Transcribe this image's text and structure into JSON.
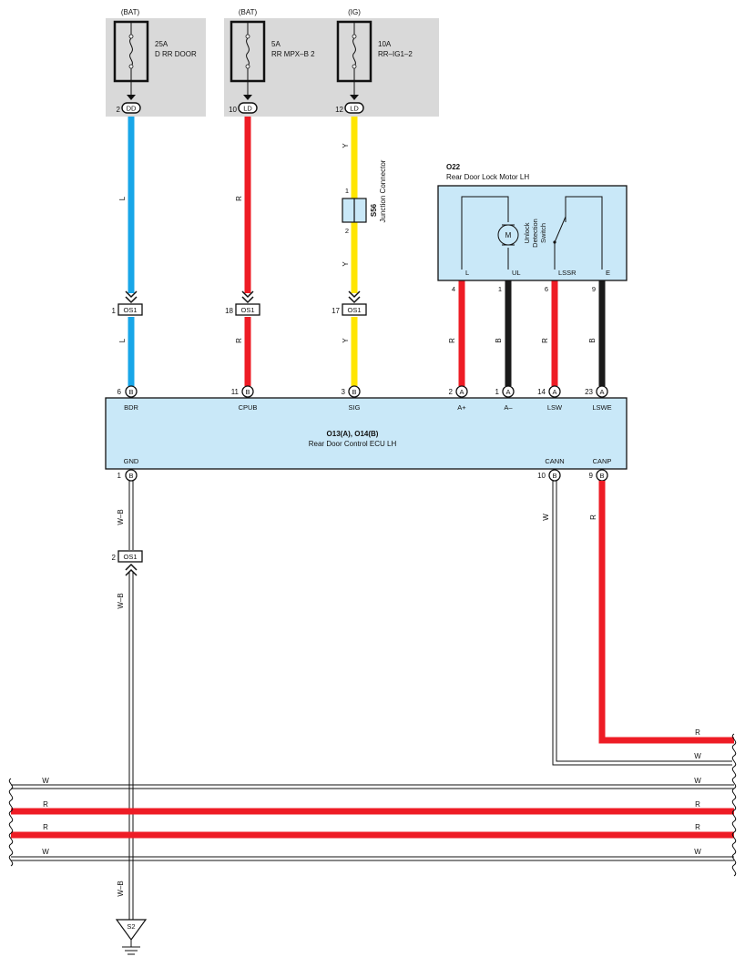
{
  "fuses": [
    {
      "source": "(BAT)",
      "amp": "25A",
      "name": "D RR DOOR",
      "pin": "2",
      "connector": "DD",
      "wire_color": "L"
    },
    {
      "source": "(BAT)",
      "amp": "5A",
      "name": "RR MPX–B 2",
      "pin": "10",
      "connector": "LD",
      "wire_color": "R"
    },
    {
      "source": "(IG)",
      "amp": "10A",
      "name": "RR–IG1–2",
      "pin": "12",
      "connector": "LD",
      "wire_color": "Y"
    }
  ],
  "junction": {
    "id": "S56",
    "name": "Junction Connector",
    "pin_top": "1",
    "pin_bottom": "2"
  },
  "inline_connectors": [
    {
      "pin": "1",
      "id": "OS1",
      "wire_color": "L"
    },
    {
      "pin": "18",
      "id": "OS1",
      "wire_color": "R"
    },
    {
      "pin": "17",
      "id": "OS1",
      "wire_color": "Y"
    }
  ],
  "motor": {
    "id": "O22",
    "name": "Rear Door Lock Motor LH",
    "motor_symbol": "M",
    "switch_label": [
      "Unlock",
      "Detection",
      "Switch"
    ],
    "terminals": [
      {
        "name": "L",
        "pin": "4",
        "wire_color": "R"
      },
      {
        "name": "UL",
        "pin": "1",
        "wire_color": "B"
      },
      {
        "name": "LSSR",
        "pin": "6",
        "wire_color": "R"
      },
      {
        "name": "E",
        "pin": "9",
        "wire_color": "B"
      }
    ]
  },
  "ecu": {
    "id": "O13(A), O14(B)",
    "name": "Rear Door Control ECU LH",
    "top_pins": [
      {
        "pin": "6",
        "conn": "B",
        "name": "BDR"
      },
      {
        "pin": "11",
        "conn": "B",
        "name": "CPUB"
      },
      {
        "pin": "3",
        "conn": "B",
        "name": "SIG"
      },
      {
        "pin": "2",
        "conn": "A",
        "name": "A+"
      },
      {
        "pin": "1",
        "conn": "A",
        "name": "A–"
      },
      {
        "pin": "14",
        "conn": "A",
        "name": "LSW"
      },
      {
        "pin": "23",
        "conn": "A",
        "name": "LSWE"
      }
    ],
    "bottom_pins": [
      {
        "pin": "1",
        "conn": "B",
        "name": "GND"
      },
      {
        "pin": "10",
        "conn": "B",
        "name": "CANN"
      },
      {
        "pin": "9",
        "conn": "B",
        "name": "CANP"
      }
    ]
  },
  "ground_path": {
    "wire_color": "W–B",
    "connector_pin": "2",
    "connector_id": "OS1",
    "ground_point": "S2"
  },
  "can_wires": {
    "cann_color": "W",
    "canp_color": "R"
  },
  "bus_wires": [
    {
      "color_code": "R"
    },
    {
      "color_code": "W"
    },
    {
      "color_code": "W"
    },
    {
      "color_code": "R"
    },
    {
      "color_code": "R"
    },
    {
      "color_code": "W"
    }
  ],
  "colors": {
    "blue_wire": "#18a6e8",
    "red_wire": "#ee1c25",
    "yellow_wire": "#ffe500",
    "black_wire": "#1a1a1a",
    "fuse_panel": "#d9d9d9",
    "component_fill": "#c9e8f8"
  }
}
